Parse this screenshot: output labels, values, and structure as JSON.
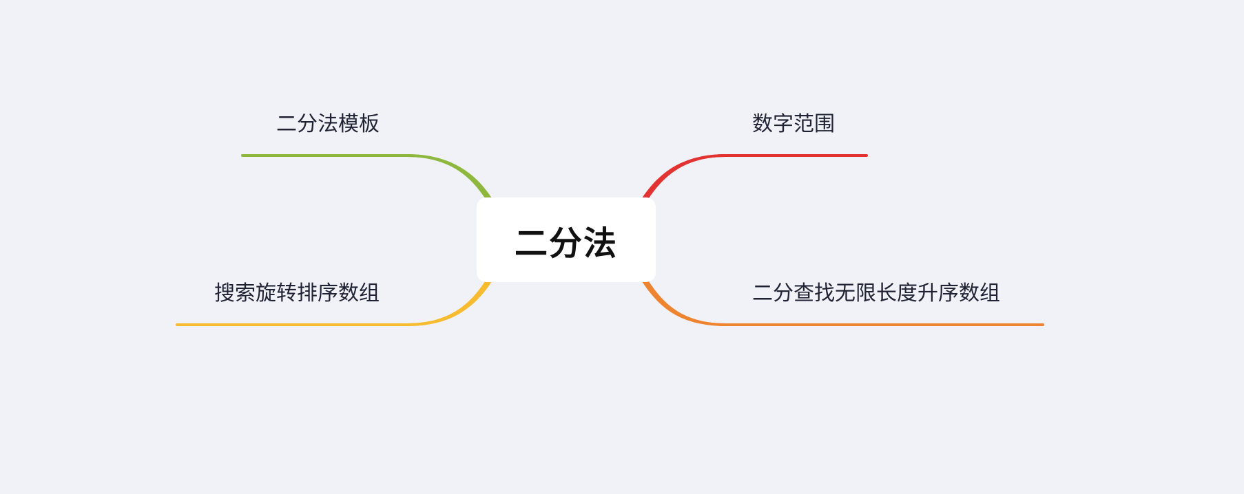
{
  "root": {
    "label": "二分法"
  },
  "branches": {
    "top_left": {
      "label": "二分法模板",
      "color": "#8db83d"
    },
    "bottom_left": {
      "label": "搜索旋转排序数组",
      "color": "#f6bb2f"
    },
    "top_right": {
      "label": "数字范围",
      "color": "#e23232"
    },
    "bottom_right": {
      "label": "二分查找无限长度升序数组",
      "color": "#ef8430"
    }
  },
  "colors": {
    "background": "#f1f2f7",
    "root_fill": "#ffffff",
    "text": "#1f2233"
  }
}
